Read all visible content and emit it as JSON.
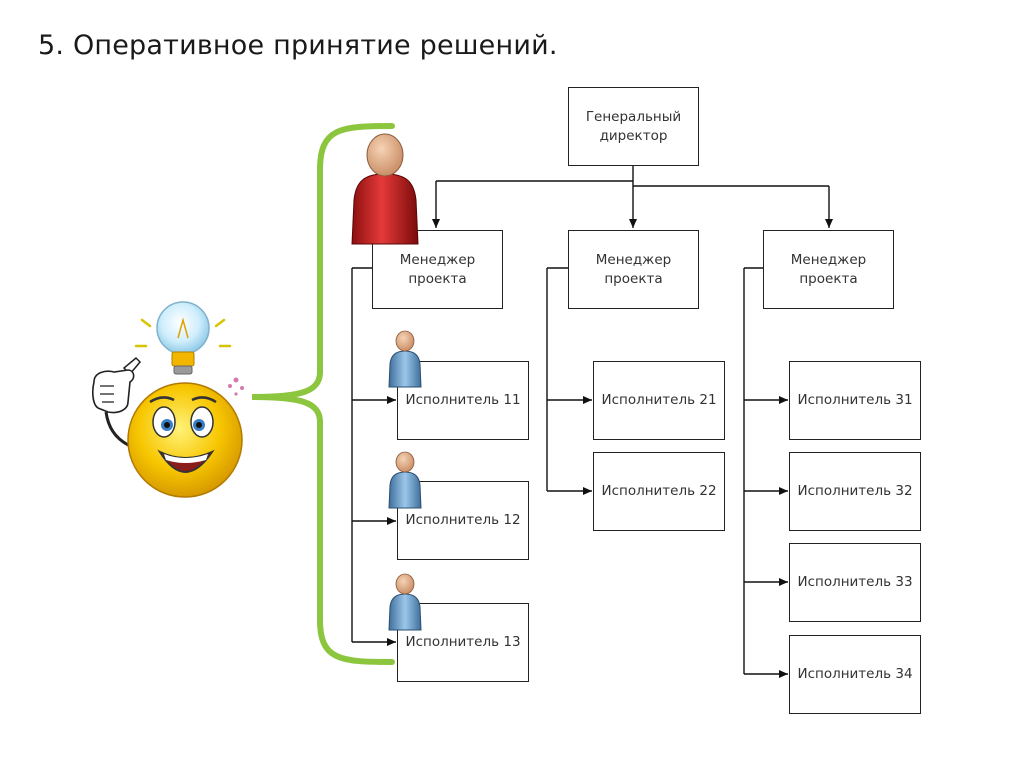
{
  "title": "5. Оперативное принятие решений.",
  "ceo": "Генеральный\nдиректор",
  "managers": [
    "Менеджер\nпроекта",
    "Менеджер\nпроекта",
    "Менеджер\nпроекта"
  ],
  "executors": {
    "group1": [
      "Исполнитель 11",
      "Исполнитель 12",
      "Исполнитель 13"
    ],
    "group2": [
      "Исполнитель 21",
      "Исполнитель 22"
    ],
    "group3": [
      "Исполнитель 31",
      "Исполнитель 32",
      "Исполнитель 33",
      "Исполнитель 34"
    ]
  },
  "colors": {
    "bracket": "#8cc63f",
    "manager_figure": "#d42a2a",
    "executor_figure": "#6fa8d6",
    "smiley": "#f7c600"
  }
}
